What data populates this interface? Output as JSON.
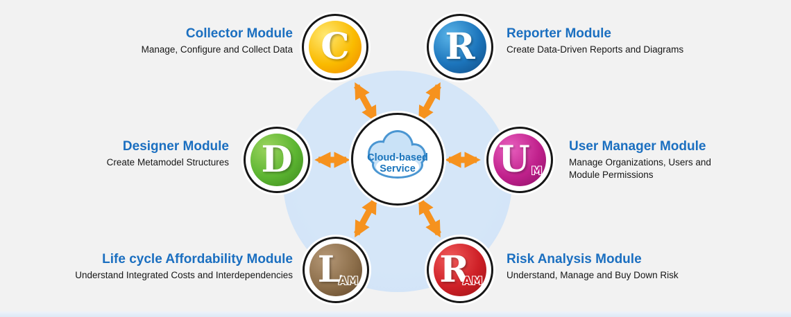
{
  "page": {
    "bg": "#f2f2f2",
    "footer_tint": "#dde9f6"
  },
  "diagram": {
    "halo_color": "#d5e6f8",
    "accent_color": "#1b6fc0",
    "arrow_color": "#f6921e",
    "hub": {
      "line1": "Cloud-based",
      "line2": "Service",
      "text_color": "#1b75bc",
      "cloud_fill": "#c9e2f7",
      "cloud_outline": "#4a96d2"
    }
  },
  "modules": [
    {
      "key": "collector",
      "title": "Collector Module",
      "subtitle": "Manage, Configure and Collect Data",
      "letter": "C",
      "suffix": "",
      "color_light": "#ffe873",
      "color": "#fabb00",
      "color_dark": "#f08a00"
    },
    {
      "key": "reporter",
      "title": "Reporter Module",
      "subtitle": "Create Data-Driven Reports and Diagrams",
      "letter": "R",
      "suffix": "",
      "color_light": "#5ab4e8",
      "color": "#1c75bc",
      "color_dark": "#124e86"
    },
    {
      "key": "designer",
      "title": "Designer Module",
      "subtitle": "Create Metamodel Structures",
      "letter": "D",
      "suffix": "",
      "color_light": "#9bd45e",
      "color": "#5cb531",
      "color_dark": "#3e8b1e"
    },
    {
      "key": "user-manager",
      "title": "User Manager Module",
      "subtitle": "Manage Organizations, Users and Module Permissions",
      "letter": "U",
      "suffix": "M",
      "color_light": "#e85fbe",
      "color": "#c0218c",
      "color_dark": "#8e1168"
    },
    {
      "key": "lam",
      "title": "Life cycle Affordability Module",
      "subtitle": "Understand Integrated Costs and Interdependencies",
      "letter": "L",
      "suffix": "AM",
      "color_light": "#b59877",
      "color": "#8c6e4a",
      "color_dark": "#64492c"
    },
    {
      "key": "ram",
      "title": "Risk Analysis Module",
      "subtitle": "Understand, Manage and Buy Down Risk",
      "letter": "R",
      "suffix": "AM",
      "color_light": "#f05a5a",
      "color": "#ce2027",
      "color_dark": "#9e1418"
    }
  ]
}
